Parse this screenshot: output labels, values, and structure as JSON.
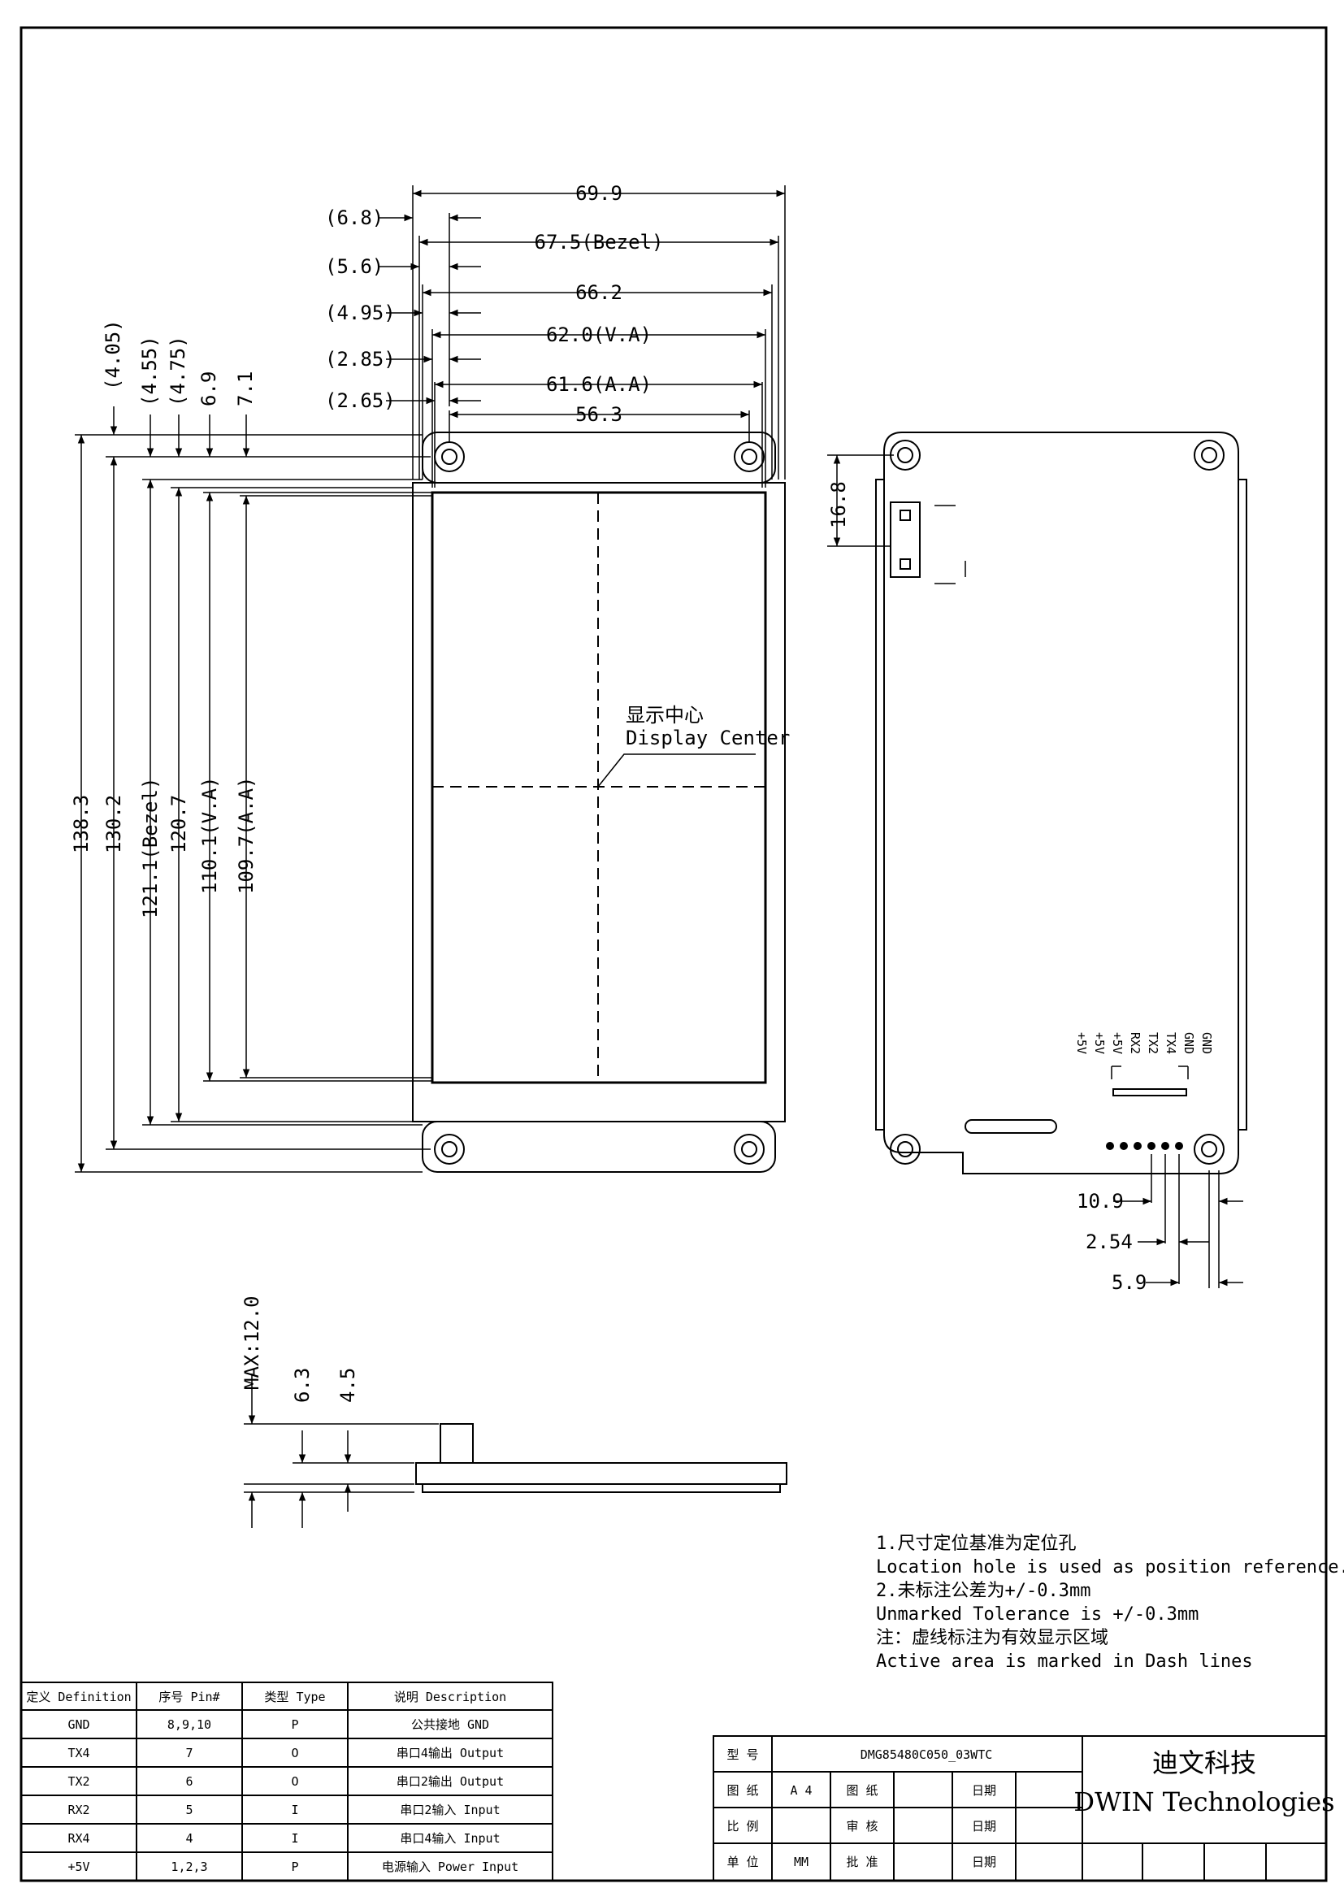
{
  "front_view": {
    "width_dims": [
      "69.9",
      "67.5(Bezel)",
      "66.2",
      "62.0(V.A)",
      "61.6(A.A)",
      "56.3"
    ],
    "offset_dims": [
      "(6.8)",
      "(5.6)",
      "(4.95)",
      "(2.85)",
      "(2.65)"
    ],
    "top_offset_dims": [
      "(4.05)",
      "(4.55)",
      "(4.75)",
      "6.9",
      "7.1"
    ],
    "height_dims": [
      "138.3",
      "130.2",
      "121.1(Bezel)",
      "120.7",
      "110.1(V.A)",
      "109.7(A.A)"
    ],
    "display_center_cn": "显示中心",
    "display_center_en": "Display Center"
  },
  "back_view": {
    "connector_offset": "16.8",
    "pin_labels": [
      "GND",
      "GND",
      "TX4",
      "TX2",
      "RX2",
      "+5V",
      "+5V",
      "+5V"
    ],
    "pitch_dims": [
      "10.9",
      "2.54",
      "5.9"
    ]
  },
  "side_view": {
    "dims": [
      "MAX:12.0",
      "6.3",
      "4.5"
    ]
  },
  "notes": [
    "1.尺寸定位基准为定位孔",
    "Location hole is used as position reference.",
    "2.未标注公差为+/-0.3mm",
    "Unmarked Tolerance is +/-0.3mm",
    "注：虚线标注为有效显示区域",
    "Active area is marked in Dash lines"
  ],
  "pin_table": {
    "headers": [
      "定义 Definition",
      "序号 Pin#",
      "类型 Type",
      "说明 Description"
    ],
    "rows": [
      [
        "GND",
        "8,9,10",
        "P",
        "公共接地 GND"
      ],
      [
        "TX4",
        "7",
        "O",
        "串口4输出 Output"
      ],
      [
        "TX2",
        "6",
        "O",
        "串口2输出 Output"
      ],
      [
        "RX2",
        "5",
        "I",
        "串口2输入 Input"
      ],
      [
        "RX4",
        "4",
        "I",
        "串口4输入 Input"
      ],
      [
        "+5V",
        "1,2,3",
        "P",
        "电源输入 Power Input"
      ]
    ]
  },
  "title_block": {
    "model_label": "型 号",
    "model_value": "DMG85480C050_03WTC",
    "drawing_label": "图 纸",
    "drawing_value": "A 4",
    "drawing_label2": "图 纸",
    "date_label": "日期",
    "scale_label": "比 例",
    "review_label": "审 核",
    "unit_label": "单 位",
    "unit_value": "MM",
    "approve_label": "批 准",
    "company_cn": "迪文科技",
    "company_en": "DWIN Technologies"
  }
}
